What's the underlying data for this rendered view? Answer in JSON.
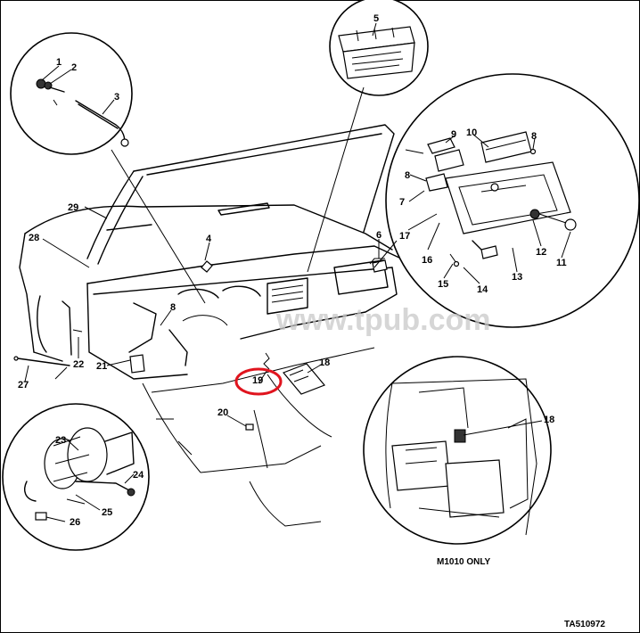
{
  "labels": {
    "l1": "1",
    "l2": "2",
    "l3": "3",
    "l4": "4",
    "l5": "5",
    "l6": "6",
    "l7": "7",
    "l8a": "8",
    "l8b": "8",
    "l8c": "8",
    "l9": "9",
    "l10": "10",
    "l11": "11",
    "l12": "12",
    "l13": "13",
    "l14": "14",
    "l15": "15",
    "l16": "16",
    "l17": "17",
    "l18a": "18",
    "l18b": "18",
    "l19": "19",
    "l20": "20",
    "l21": "21",
    "l22": "22",
    "l23": "23",
    "l24": "24",
    "l25": "25",
    "l26": "26",
    "l27": "27",
    "l28": "28",
    "l29": "29"
  },
  "caption_m1010": "M1010 ONLY",
  "figure_code": "TA510972",
  "watermark": "www.tpub.com",
  "highlight": {
    "label": "19",
    "color": "#e0141e"
  }
}
